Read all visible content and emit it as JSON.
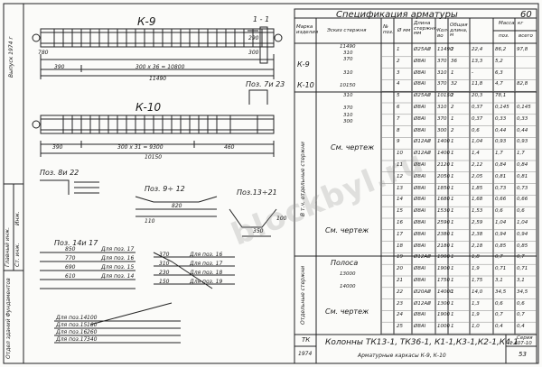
{
  "sheet_no": "60",
  "drawings": {
    "k9": {
      "title": "К-9",
      "dims": [
        "780",
        "11490",
        "300 x 36 = 10800",
        "390"
      ]
    },
    "section": {
      "title": "1 - 1",
      "dims": [
        "290",
        "300"
      ]
    },
    "k10": {
      "title": "К-10",
      "dims": [
        "390",
        "300 x 31 = 9300",
        "460",
        "10150"
      ]
    },
    "pos": {
      "p7_23": "Поз. 7и 23",
      "p8_22": "Поз. 8и 22",
      "p9_12": "Поз. 9÷ 12",
      "p13_21": "Поз.13÷21",
      "p14_17": "Поз. 14и 17",
      "p9_dims": [
        "820",
        "110"
      ],
      "p13_dims": [
        "350",
        "100"
      ]
    },
    "list_bars": [
      {
        "len": "850",
        "pos": "Для поз. 17"
      },
      {
        "len": "770",
        "pos": "Для поз. 16"
      },
      {
        "len": "690",
        "pos": "Для поз. 15"
      },
      {
        "len": "610",
        "pos": "Для поз. 14"
      }
    ],
    "list_right": [
      {
        "len": "370",
        "pos": "Для поз. 16"
      },
      {
        "len": "310",
        "pos": "Для поз. 17"
      },
      {
        "len": "230",
        "pos": "Для поз. 18"
      },
      {
        "len": "150",
        "pos": "Для поз. 19"
      }
    ],
    "list_bottom": [
      {
        "pos": "Для поз.14",
        "len": "100"
      },
      {
        "pos": "Для поз.15",
        "len": "180"
      },
      {
        "pos": "Для поз.16",
        "len": "260"
      },
      {
        "pos": "Для поз.17",
        "len": "340"
      }
    ]
  },
  "spec": {
    "title": "Спецификация арматуры",
    "headers": {
      "mark": "Марка изделия",
      "sketch": "Эскиз стержня",
      "pos": "№ поз.",
      "dia": "Ø мм",
      "length": "Длина стержня, мм",
      "qty": "Кол-во",
      "total_len": "Общая длина, м",
      "mass": "Масса, кг",
      "mass_pos": "поз.",
      "mass_all": "всего"
    },
    "marks": {
      "k9": "К-9",
      "k10": "К-10"
    },
    "side_groups": [
      "В т.ч. отдельные стержни",
      "Отдельные стержни"
    ],
    "sketch_labels": [
      "11490",
      "310",
      "370",
      "310",
      "10150",
      "310",
      "370",
      "310",
      "300",
      "См. чертеж",
      "См. чертеж",
      "Полоса",
      "13000",
      "14000",
      "См. чертеж"
    ],
    "rows": [
      [
        "1",
        "Ø25AⅢ",
        "11490",
        "2",
        "22,4",
        "86,2",
        "97,8"
      ],
      [
        "2",
        "Ø8AⅠ",
        "370",
        "36",
        "13,3",
        "5,2",
        ""
      ],
      [
        "3",
        "Ø8AⅠ",
        "310",
        "1",
        "-",
        "6,3",
        ""
      ],
      [
        "4",
        "Ø8AⅠ",
        "370",
        "32",
        "11,8",
        "4,7",
        "82,8"
      ],
      [
        "5",
        "Ø25AⅢ",
        "10150",
        "2",
        "20,3",
        "78,1",
        ""
      ],
      [
        "6",
        "Ø8AⅠ",
        "310",
        "2",
        "0,37",
        "0,145",
        "0,145"
      ],
      [
        "7",
        "Ø8AⅠ",
        "370",
        "1",
        "0,37",
        "0,33",
        "0,33"
      ],
      [
        "8",
        "Ø8AⅠ",
        "300",
        "2",
        "0,6",
        "0,44",
        "0,44"
      ],
      [
        "9",
        "Ø12AⅢ",
        "1400",
        "1",
        "1,04",
        "0,93",
        "0,93"
      ],
      [
        "10",
        "Ø12AⅢ",
        "1400",
        "1",
        "1,4",
        "1,7",
        "1,7"
      ],
      [
        "11",
        "Ø8AⅠ",
        "2120",
        "1",
        "2,12",
        "0,84",
        "0,84"
      ],
      [
        "12",
        "Ø8AⅠ",
        "2050",
        "1",
        "2,05",
        "0,81",
        "0,81"
      ],
      [
        "13",
        "Ø8AⅠ",
        "1850",
        "1",
        "1,85",
        "0,73",
        "0,73"
      ],
      [
        "14",
        "Ø8AⅠ",
        "1680",
        "1",
        "1,68",
        "0,66",
        "0,66"
      ],
      [
        "15",
        "Ø8AⅠ",
        "1530",
        "1",
        "1,53",
        "0,6",
        "0,6"
      ],
      [
        "16",
        "Ø8AⅠ",
        "2590",
        "1",
        "2,59",
        "1,04",
        "1,04"
      ],
      [
        "17",
        "Ø8AⅠ",
        "2380",
        "1",
        "2,38",
        "0,94",
        "0,94"
      ],
      [
        "18",
        "Ø8AⅠ",
        "2180",
        "1",
        "2,18",
        "0,85",
        "0,85"
      ],
      [
        "19",
        "Ø12AⅢ",
        "1900",
        "1",
        "1,8",
        "0,7",
        "0,7"
      ],
      [
        "20",
        "Ø8AⅠ",
        "1900",
        "1",
        "1,9",
        "0,71",
        "0,71"
      ],
      [
        "21",
        "Ø8AⅠ",
        "1750",
        "1",
        "1,75",
        "3,1",
        "3,1"
      ],
      [
        "22",
        "Ø20AⅢ",
        "14000",
        "1",
        "14,0",
        "34,5",
        "34,5"
      ],
      [
        "23",
        "Ø12AⅢ",
        "1300",
        "1",
        "1,3",
        "0,6",
        "0,6"
      ],
      [
        "24",
        "Ø8AⅠ",
        "1900",
        "1",
        "1,9",
        "0,7",
        "0,7"
      ],
      [
        "25",
        "Ø8AⅠ",
        "1000",
        "1",
        "1,0",
        "0,4",
        "0,4"
      ]
    ]
  },
  "stamp": {
    "series": "Серия",
    "code": "ТК",
    "year": "1974",
    "title": "Колонны ТК13-1, ТК36-1, К1-1,К3-1,К2-1,К4-1",
    "subtitle": "Арматурные каркасы К-9, К-10",
    "series_no": "1.407-10",
    "sheet": "53"
  },
  "left_margin": [
    "Выпуск 1974 г",
    "Отдел зданий Фундаментов",
    "Главный инж.",
    "Ст. инж.",
    "Инж."
  ],
  "watermark": "blockbyl.ru"
}
